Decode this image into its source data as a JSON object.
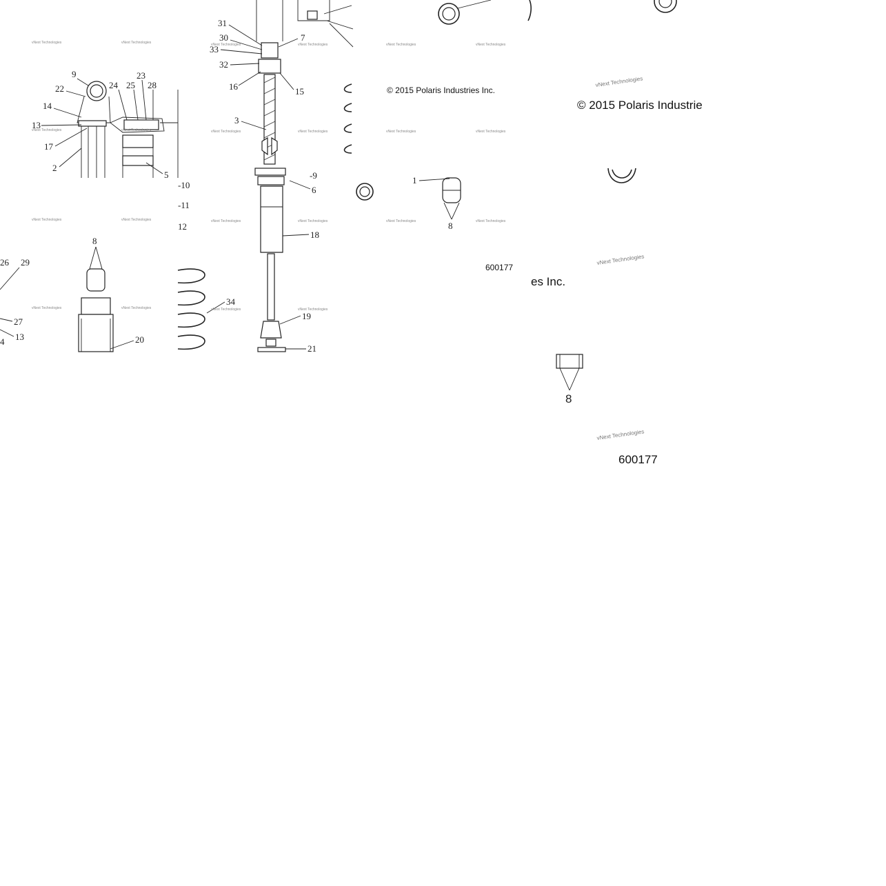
{
  "copyright": {
    "small": "© 2015 Polaris Industries Inc.",
    "large_fragment": "© 2015 Polaris Industrie",
    "tail_fragment": "es Inc."
  },
  "figure_number": {
    "small": "600177",
    "large": "600177"
  },
  "watermark": "vNext Technologies",
  "callouts": {
    "tl": [
      "9",
      "22",
      "14",
      "13",
      "17",
      "2",
      "24",
      "25",
      "23",
      "28",
      "5"
    ],
    "center": [
      "31",
      "30",
      "33",
      "32",
      "16",
      "3",
      "7",
      "15",
      "6",
      "18",
      "19",
      "21",
      "-9",
      "-10",
      "-11",
      "12",
      "34",
      "20",
      "8"
    ],
    "bottom_left": [
      "26",
      "29",
      "27",
      "13",
      "4"
    ],
    "right": [
      "1",
      "8",
      "8"
    ]
  }
}
